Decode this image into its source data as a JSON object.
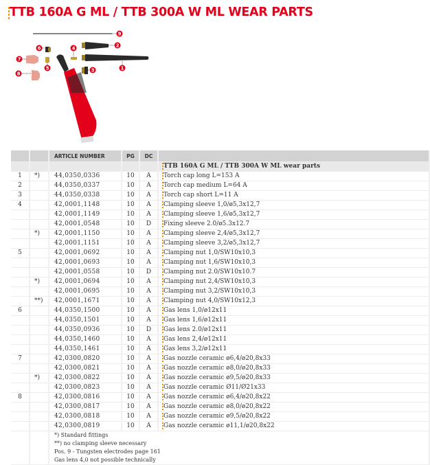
{
  "title": "TTB 160A G ML  / TTB 300A W ML WEAR PARTS",
  "callouts": [
    "1",
    "2",
    "3",
    "4",
    "5",
    "6",
    "7",
    "8",
    "9"
  ],
  "table": {
    "headers": {
      "pos": "",
      "note": "",
      "article": "ARTICLE NUMBER",
      "pg": "PG",
      "dc": "DC",
      "desc": ""
    },
    "section_title": "TTB 160A G ML  / TTB 300A W ML wear parts",
    "rows": [
      {
        "pos": "1",
        "note": "*)",
        "article": "44,0350,0336",
        "pg": "10",
        "dc": "A",
        "desc": "Torch cap long L=153 A"
      },
      {
        "pos": "2",
        "note": "",
        "article": "44,0350,0337",
        "pg": "10",
        "dc": "A",
        "desc": "Torch cap medium L=64 A"
      },
      {
        "pos": "3",
        "note": "",
        "article": "44,0350,0338",
        "pg": "10",
        "dc": "A",
        "desc": "Torch cap short L=11 A"
      },
      {
        "pos": "4",
        "note": "",
        "article": "42,0001,1148",
        "pg": "10",
        "dc": "A",
        "desc": "Clamping sleeve 1,0/ø5,3x12,7"
      },
      {
        "pos": "",
        "note": "",
        "article": "42,0001,1149",
        "pg": "10",
        "dc": "A",
        "desc": "Clamping sleeve 1,6/ø5,3x12,7"
      },
      {
        "pos": "",
        "note": "",
        "article": "42,0001,0548",
        "pg": "10",
        "dc": "D",
        "desc": "Fixing sleeve 2.0/ø5.3x12.7"
      },
      {
        "pos": "",
        "note": "*)",
        "article": "42,0001,1150",
        "pg": "10",
        "dc": "A",
        "desc": "Clamping sleeve 2,4/ø5,3x12,7"
      },
      {
        "pos": "",
        "note": "",
        "article": "42,0001,1151",
        "pg": "10",
        "dc": "A",
        "desc": "Clamping sleeve 3,2/ø5,3x12,7"
      },
      {
        "pos": "5",
        "note": "",
        "article": "42,0001,0692",
        "pg": "10",
        "dc": "A",
        "desc": "Clamping nut 1,0/SW10x10,3"
      },
      {
        "pos": "",
        "note": "",
        "article": "42,0001,0693",
        "pg": "10",
        "dc": "A",
        "desc": "Clamping nut 1,6/SW10x10,3"
      },
      {
        "pos": "",
        "note": "",
        "article": "42,0001,0558",
        "pg": "10",
        "dc": "D",
        "desc": "Clamping nut 2.0/SW10x10.7"
      },
      {
        "pos": "",
        "note": "*)",
        "article": "42,0001,0694",
        "pg": "10",
        "dc": "A",
        "desc": "Clamping nut 2,4/SW10x10,3"
      },
      {
        "pos": "",
        "note": "",
        "article": "42,0001,0695",
        "pg": "10",
        "dc": "A",
        "desc": "Clamping nut 3,2/SW10x10,3"
      },
      {
        "pos": "",
        "note": "**)",
        "article": "42,0001,1671",
        "pg": "10",
        "dc": "A",
        "desc": "Clamping nut 4,0/SW10x12,3"
      },
      {
        "pos": "6",
        "note": "",
        "article": "44,0350,1500",
        "pg": "10",
        "dc": "A",
        "desc": "Gas lens 1,0/ø12x11"
      },
      {
        "pos": "",
        "note": "",
        "article": "44,0350,1501",
        "pg": "10",
        "dc": "A",
        "desc": "Gas lens 1,6/ø12x11"
      },
      {
        "pos": "",
        "note": "",
        "article": "44,0350,0936",
        "pg": "10",
        "dc": "D",
        "desc": "Gas lens 2.0/ø12x11"
      },
      {
        "pos": "",
        "note": "",
        "article": "44,0350,1460",
        "pg": "10",
        "dc": "A",
        "desc": "Gas lens 2,4/ø12x11"
      },
      {
        "pos": "",
        "note": "",
        "article": "44,0350,1461",
        "pg": "10",
        "dc": "A",
        "desc": "Gas lens 3,2/ø12x11"
      },
      {
        "pos": "7",
        "note": "",
        "article": "42,0300,0820",
        "pg": "10",
        "dc": "A",
        "desc": "Gas nozzle ceramic ø6,4/ø20,8x33"
      },
      {
        "pos": "",
        "note": "",
        "article": "42,0300,0821",
        "pg": "10",
        "dc": "A",
        "desc": "Gas nozzle ceramic ø8,0/ø20,8x33"
      },
      {
        "pos": "",
        "note": "*)",
        "article": "42,0300,0822",
        "pg": "10",
        "dc": "A",
        "desc": "Gas nozzle ceramic ø9,5/ø20,8x33"
      },
      {
        "pos": "",
        "note": "",
        "article": "42,0300,0823",
        "pg": "10",
        "dc": "A",
        "desc": "Gas nozzle ceramic Ø11/Ø21x33"
      },
      {
        "pos": "8",
        "note": "",
        "article": "42,0300,0816",
        "pg": "10",
        "dc": "A",
        "desc": "Gas nozzle ceramic ø6,4/ø20,8x22"
      },
      {
        "pos": "",
        "note": "",
        "article": "42,0300,0817",
        "pg": "10",
        "dc": "A",
        "desc": "Gas nozzle ceramic ø8,0/ø20,8x22"
      },
      {
        "pos": "",
        "note": "",
        "article": "42,0300,0818",
        "pg": "10",
        "dc": "A",
        "desc": "Gas nozzle ceramic ø9,5/ø20,8x22"
      },
      {
        "pos": "",
        "note": "",
        "article": "42,0300,0819",
        "pg": "10",
        "dc": "A",
        "desc": "Gas nozzle ceramic ø11,1/ø20,8x22"
      }
    ],
    "footnotes": [
      "*) Standard fittings",
      "**) no clamping sleeve necessary",
      "Pos. 9 - Tungsten electrodes page 161",
      "Gas lens 4,0 not possible technically"
    ]
  },
  "colors": {
    "brand": "#e3001b",
    "marker": "#f39200",
    "header_bg": "#d2d2d2"
  }
}
